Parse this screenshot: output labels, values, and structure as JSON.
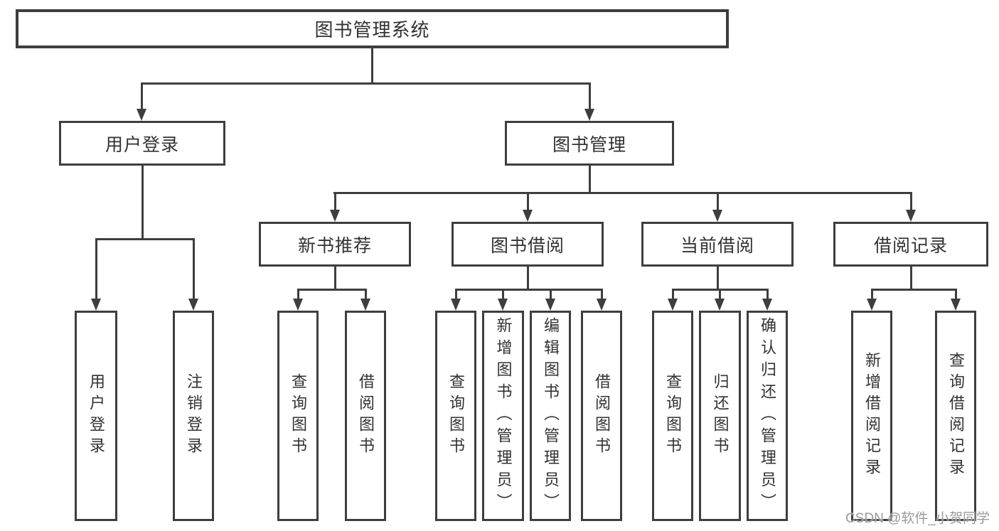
{
  "root": {
    "label": "图书管理系统"
  },
  "level2": {
    "user_login": {
      "label": "用户登录"
    },
    "book_mgmt": {
      "label": "图书管理"
    }
  },
  "level3": {
    "new_book_rec": {
      "label": "新书推荐"
    },
    "book_borrow": {
      "label": "图书借阅"
    },
    "current_borrow": {
      "label": "当前借阅"
    },
    "borrow_records": {
      "label": "借阅记录"
    }
  },
  "leaves": {
    "user_login": {
      "label": "用户登录"
    },
    "logout": {
      "label": "注销登录"
    },
    "query_book_1": {
      "label": "查询图书"
    },
    "borrow_book_1": {
      "label": "借阅图书"
    },
    "query_book_2": {
      "label": "查询图书"
    },
    "add_book_admin": {
      "label": "新增图书（管理员）"
    },
    "edit_book_admin": {
      "label": "编辑图书（管理员）"
    },
    "borrow_book_2": {
      "label": "借阅图书"
    },
    "query_book_3": {
      "label": "查询图书"
    },
    "return_book": {
      "label": "归还图书"
    },
    "confirm_return_admin": {
      "label": "确认归还（管理员）"
    },
    "add_borrow_record": {
      "label": "新增借阅记录"
    },
    "query_borrow_record": {
      "label": "查询借阅记录"
    }
  },
  "watermark": {
    "text": "CSDN @软件_小贺同学"
  },
  "colors": {
    "line": "#3e3e3e",
    "text": "#323232",
    "watermark": "#9a9a9a"
  }
}
